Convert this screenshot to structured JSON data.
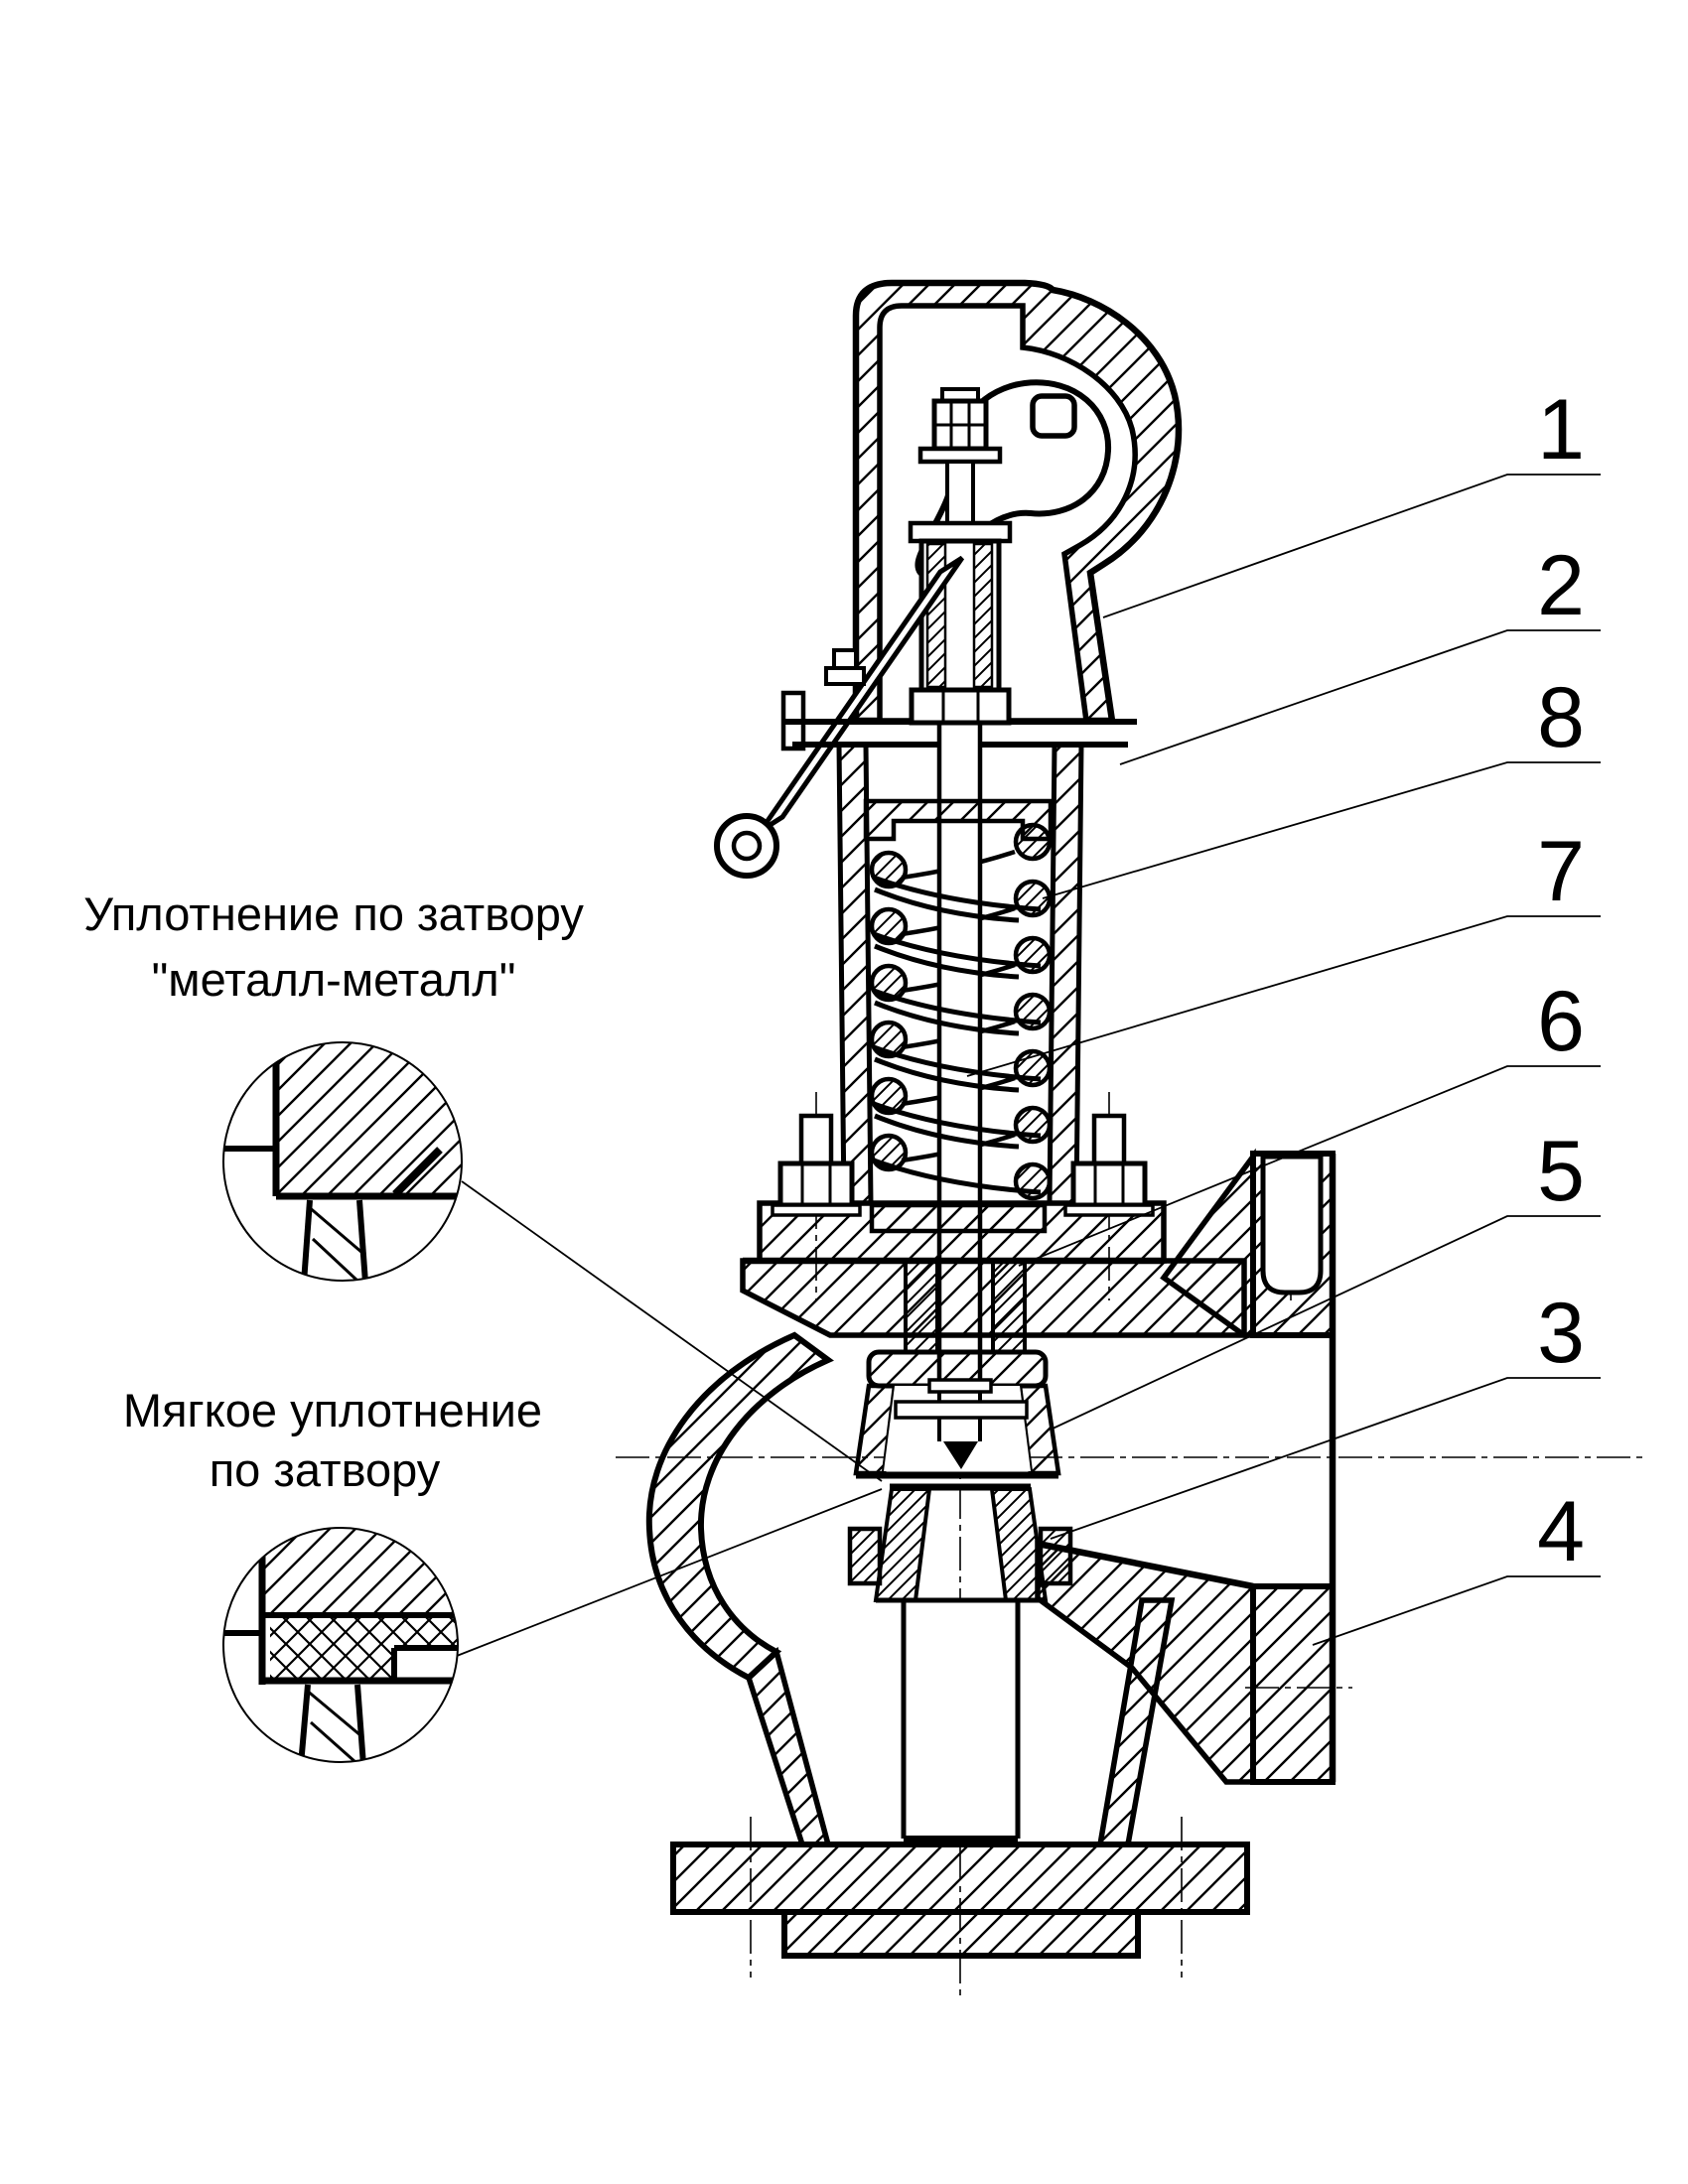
{
  "drawing": {
    "background": "#ffffff",
    "ink": "#000000",
    "annotations": {
      "metal_seal_line1": "Уплотнение по затвору",
      "metal_seal_line2": "\"металл-металл\"",
      "soft_seal_line1": "Мягкое уплотнение",
      "soft_seal_line2": "по затвору"
    },
    "callouts": [
      {
        "number": "1"
      },
      {
        "number": "2"
      },
      {
        "number": "8"
      },
      {
        "number": "7"
      },
      {
        "number": "6"
      },
      {
        "number": "5"
      },
      {
        "number": "3"
      },
      {
        "number": "4"
      }
    ]
  }
}
